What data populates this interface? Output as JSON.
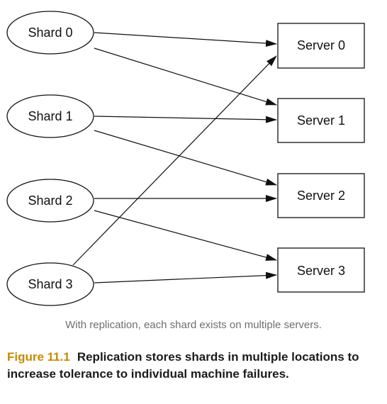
{
  "diagram": {
    "shards": [
      {
        "label": "Shard 0"
      },
      {
        "label": "Shard 1"
      },
      {
        "label": "Shard 2"
      },
      {
        "label": "Shard 3"
      }
    ],
    "servers": [
      {
        "label": "Server 0"
      },
      {
        "label": "Server 1"
      },
      {
        "label": "Server 2"
      },
      {
        "label": "Server 3"
      }
    ],
    "connections": [
      {
        "from": "Shard 0",
        "to": "Server 0"
      },
      {
        "from": "Shard 0",
        "to": "Server 1"
      },
      {
        "from": "Shard 1",
        "to": "Server 1"
      },
      {
        "from": "Shard 1",
        "to": "Server 2"
      },
      {
        "from": "Shard 2",
        "to": "Server 2"
      },
      {
        "from": "Shard 2",
        "to": "Server 3"
      },
      {
        "from": "Shard 3",
        "to": "Server 3"
      },
      {
        "from": "Shard 3",
        "to": "Server 0"
      }
    ]
  },
  "caption": "With replication, each shard exists on multiple servers.",
  "figure": {
    "label": "Figure 11.1",
    "text": "Replication stores shards in multiple locations to increase tolerance to individual machine failures."
  }
}
